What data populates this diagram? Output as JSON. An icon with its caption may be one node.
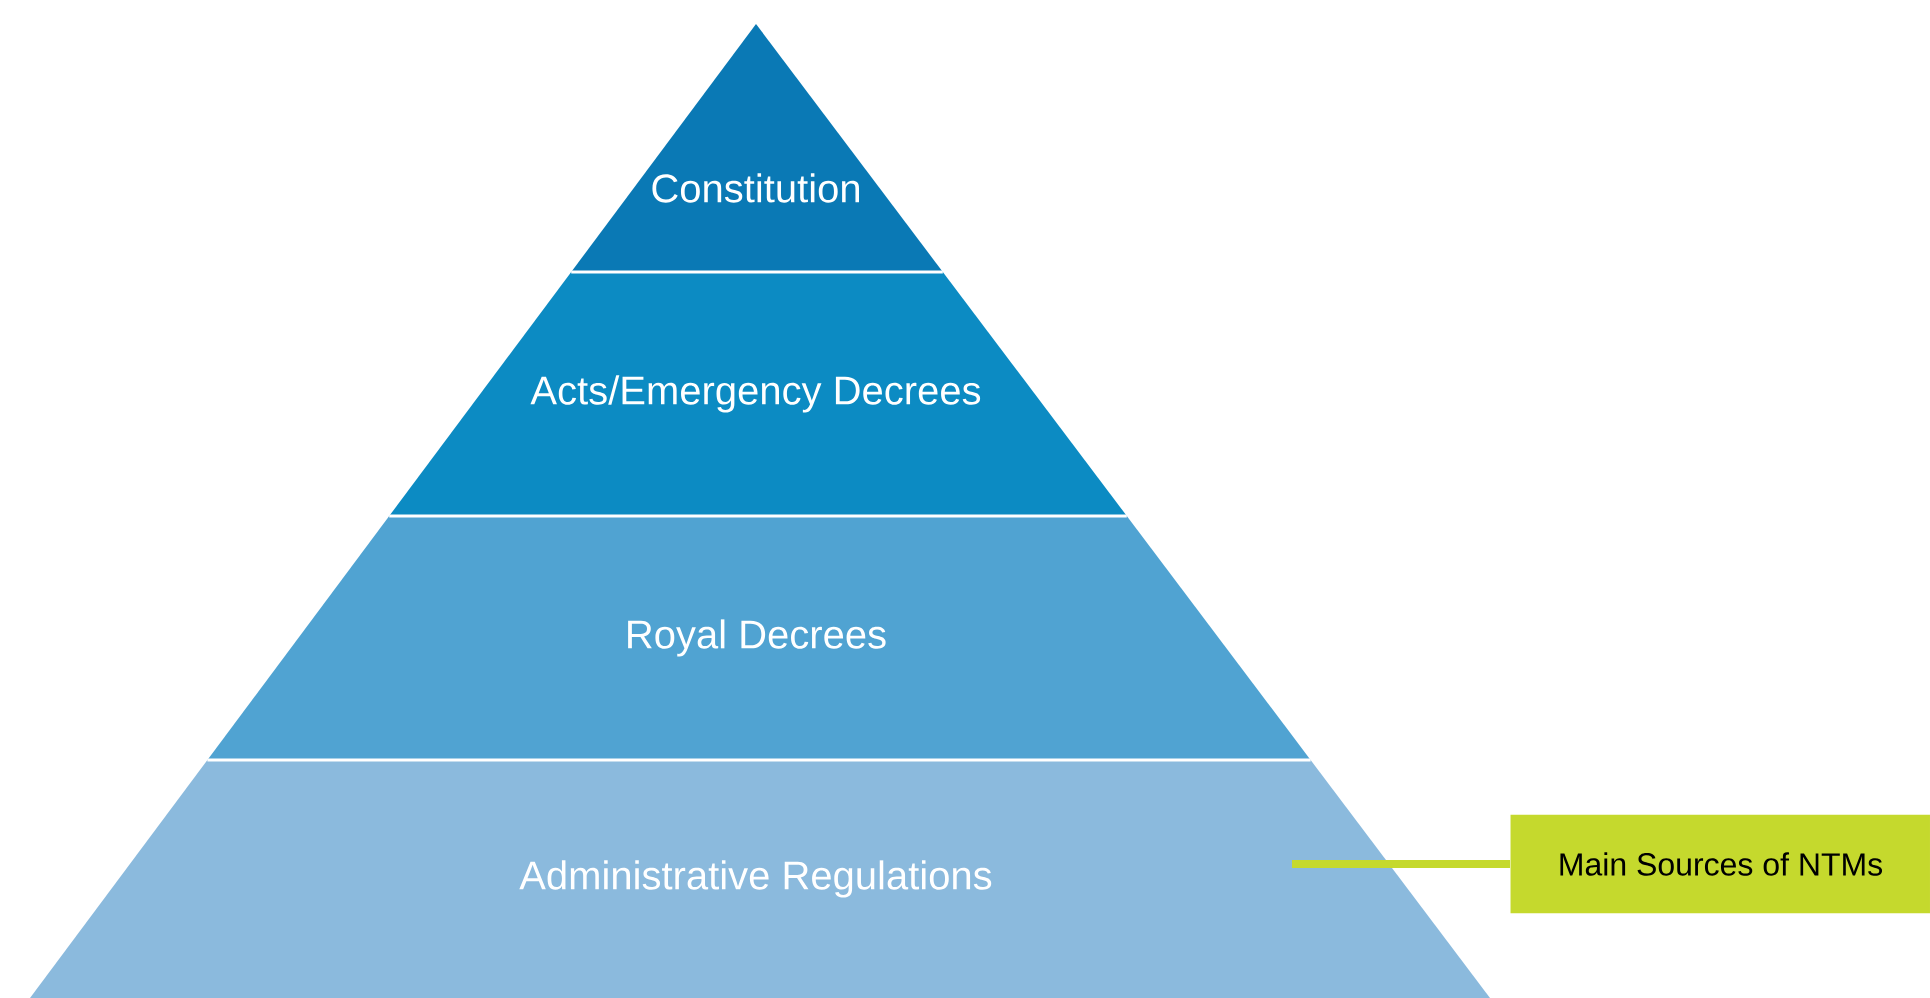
{
  "diagram": {
    "nodes": [
      {
        "text": [
          "Constitution"
        ]
      },
      {
        "text": [
          "Acts/Emergency Decrees"
        ]
      },
      {
        "text": [
          "Royal Decrees"
        ]
      },
      {
        "text": [
          "Administrative Regulations"
        ]
      },
      {
        "text": [
          "Main Sources of NTMs"
        ]
      }
    ],
    "edges": [
      {
        "from": 4,
        "to": 3,
        "arrow": "none",
        "color": "#c5d92d"
      }
    ]
  }
}
